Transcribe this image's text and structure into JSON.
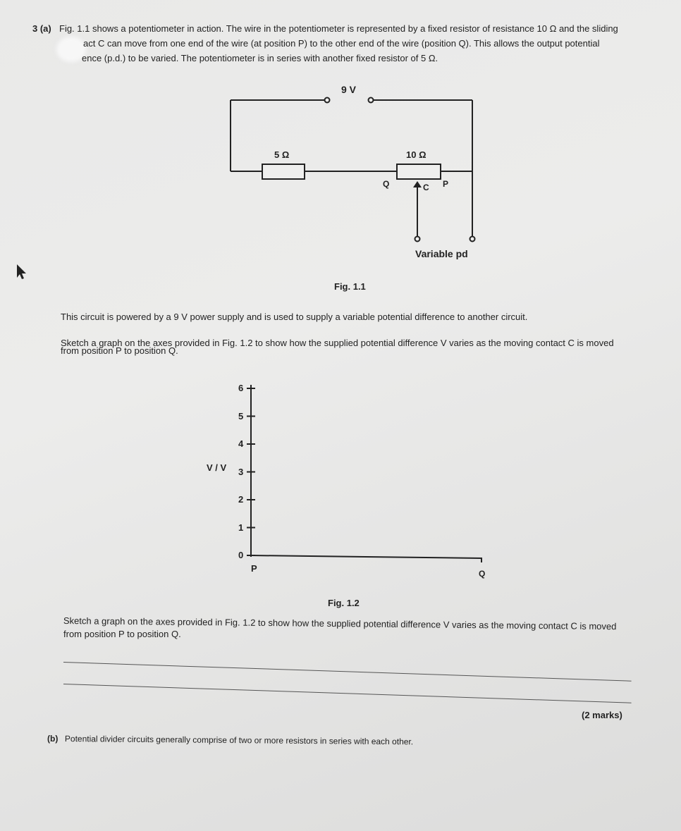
{
  "question": {
    "number": "3 (a)",
    "intro_line1": "Fig. 1.1 shows a potentiometer in action. The wire in the potentiometer is represented by a fixed resistor of resistance 10 Ω and the sliding",
    "intro_line2": "act C can move from one end of the wire (at position P) to the other end of the wire (position Q). This allows the output potential",
    "intro_line3": "ence (p.d.) to be varied. The potentiometer is in series with another fixed resistor of 5 Ω."
  },
  "circuit": {
    "supply_label": "9 V",
    "resistor1_label": "5 Ω",
    "resistor2_label": "10 Ω",
    "label_q": "Q",
    "label_c": "C",
    "label_p": "P",
    "output_label": "Variable pd",
    "caption": "Fig. 1.1"
  },
  "body": {
    "para1": "This circuit is powered by a 9 V power supply and is used to supply a variable potential difference to another circuit.",
    "para2_line1": "Sketch a graph on the axes provided in Fig. 1.2 to show how the supplied potential difference V varies as the moving contact C is moved",
    "para2_line2": "from position P to position Q."
  },
  "graph": {
    "ylabel": "V / V",
    "yticks": [
      "0",
      "1",
      "2",
      "3",
      "4",
      "5",
      "6"
    ],
    "x_start_label": "P",
    "x_end_label": "Q",
    "caption": "Fig. 1.2"
  },
  "repeat": {
    "line1": "Sketch a graph on the axes provided in Fig. 1.2 to show how the supplied potential difference V varies as the moving contact C is moved",
    "line2": "from position P to position Q."
  },
  "marks": "(2 marks)",
  "part_b": {
    "label": "(b)",
    "text": "Potential divider circuits generally comprise of two or more resistors in series with each other."
  },
  "colors": {
    "paper": "#ebebea",
    "ink": "#222222"
  }
}
